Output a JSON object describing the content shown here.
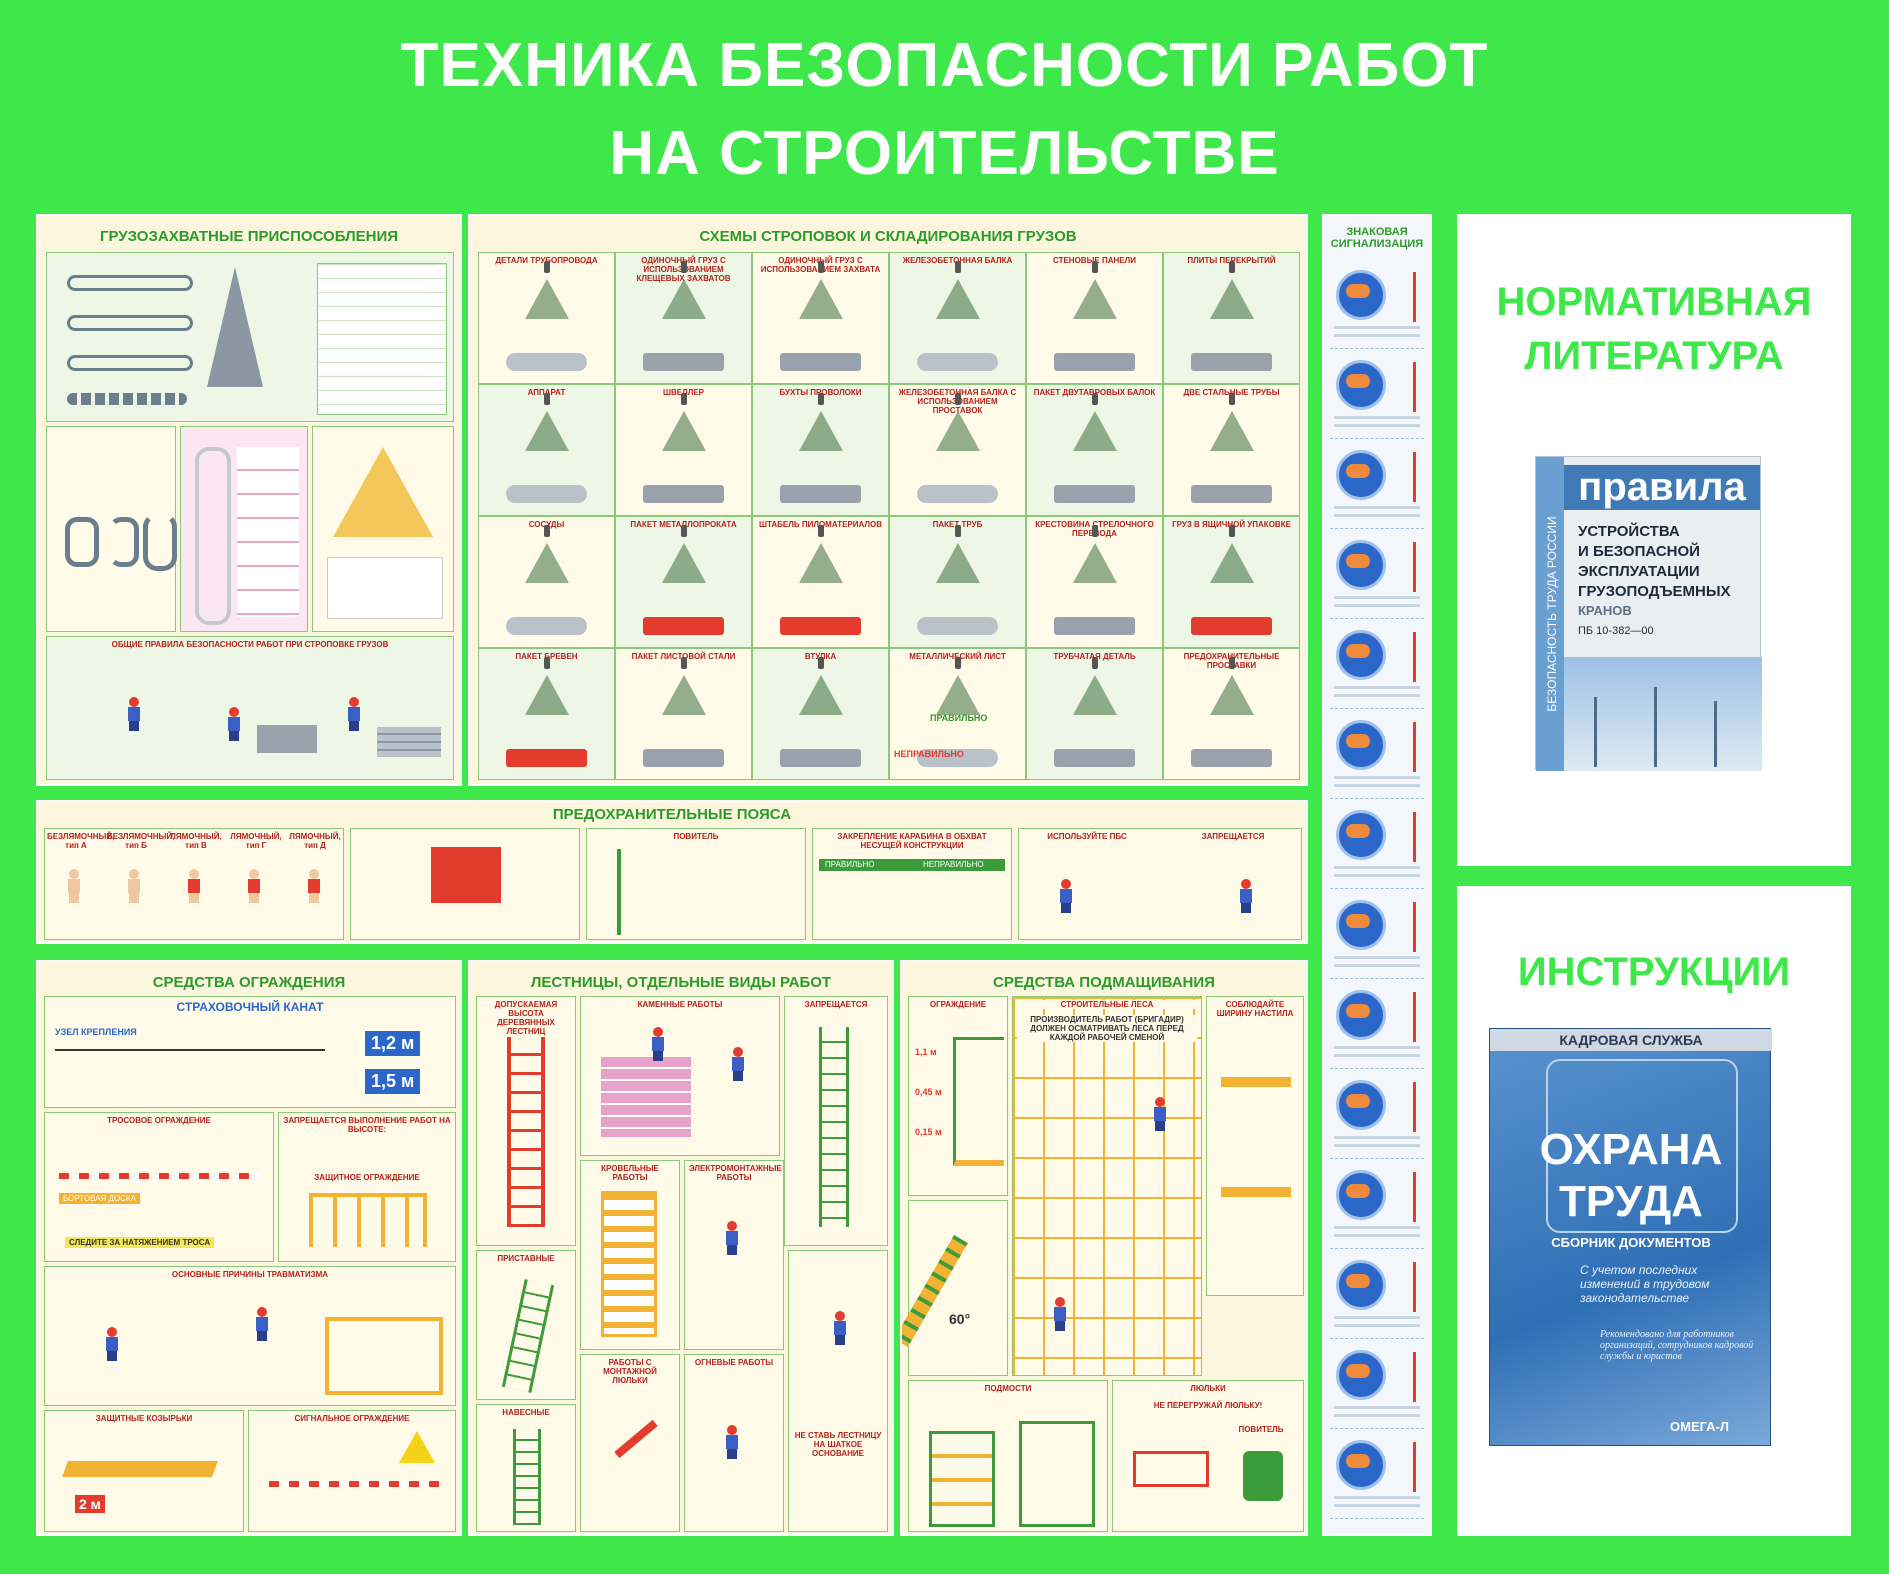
{
  "header": {
    "title_line1": "ТЕХНИКА БЕЗОПАСНОСТИ РАБОТ",
    "title_line2": "НА СТРОИТЕЛЬСТВЕ"
  },
  "posters": {
    "lifting_devices": "ГРУЗОЗАХВАТНЫЕ ПРИСПОСОБЛЕНИЯ",
    "slinging_schemes": "СХЕМЫ СТРОПОВОК И СКЛАДИРОВАНИЯ ГРУЗОВ",
    "sign_signals": "ЗНАКОВАЯ СИГНАЛИЗАЦИЯ",
    "safety_belts": "ПРЕДОХРАНИТЕЛЬНЫЕ ПОЯСА",
    "fencing": "СРЕДСТВА ОГРАЖДЕНИЯ",
    "ladders": "ЛЕСТНИЦЫ, ОТДЕЛЬНЫЕ ВИДЫ РАБОТ",
    "scaffolding": "СРЕДСТВА ПОДМАЩИВАНИЯ"
  },
  "lifting_devices": {
    "subtitle": "ОБЩИЕ ПРАВИЛА БЕЗОПАСНОСТИ РАБОТ ПРИ СТРОПОВКЕ ГРУЗОВ"
  },
  "slinging_cells": [
    "ДЕТАЛИ ТРУБОПРОВОДА",
    "ОДИНОЧНЫЙ ГРУЗ С ИСПОЛЬЗОВАНИЕМ КЛЕЩЕВЫХ ЗАХВАТОВ",
    "ОДИНОЧНЫЙ ГРУЗ С ИСПОЛЬЗОВАНИЕМ ЗАХВАТА",
    "ЖЕЛЕЗОБЕТОННАЯ БАЛКА",
    "СТЕНОВЫЕ ПАНЕЛИ",
    "ПЛИТЫ ПЕРЕКРЫТИЙ",
    "АППАРАТ",
    "ШВЕЛЛЕР",
    "БУХТЫ ПРОВОЛОКИ",
    "ЖЕЛЕЗОБЕТОННАЯ БАЛКА С ИСПОЛЬЗОВАНИЕМ ПРОСТАВОК",
    "ПАКЕТ ДВУТАВРОВЫХ БАЛОК",
    "ДВЕ СТАЛЬНЫЕ ТРУБЫ",
    "СОСУДЫ",
    "ПАКЕТ МЕТАЛЛОПРОКАТА",
    "ШТАБЕЛЬ ПИЛОМАТЕРИАЛОВ",
    "ПАКЕТ ТРУБ",
    "КРЕСТОВИНА СТРЕЛОЧНОГО ПЕРЕВОДА",
    "ГРУЗ В ЯЩИЧНОЙ УПАКОВКЕ",
    "ПАКЕТ БРЕВЕН",
    "ПАКЕТ ЛИСТОВОЙ СТАЛИ",
    "ВТУЛКА",
    "МЕТАЛЛИЧЕСКИЙ ЛИСТ",
    "ТРУБЧАТАЯ ДЕТАЛЬ",
    "ПРЕДОХРАНИТЕЛЬНЫЕ ПРОСТАВКИ"
  ],
  "slinging_labels": {
    "correct": "ПРАВИЛЬНО",
    "wrong": "НЕПРАВИЛЬНО"
  },
  "fencing": {
    "safety_rope": "СТРАХОВОЧНЫЙ КАНАТ",
    "fastening_node": "УЗЕЛ КРЕПЛЕНИЯ",
    "rope_fence": "ТРОСОВОЕ ОГРАЖДЕНИЕ",
    "protective_fence": "ЗАЩИТНОЕ ОГРАЖДЕНИЕ",
    "forbidden": "ЗАПРЕЩАЕТСЯ ВЫПОЛНЕНИЕ РАБОТ НА ВЫСОТЕ:",
    "injury_causes": "ОСНОВНЫЕ ПРИЧИНЫ ТРАВМАТИЗМА",
    "signal_fence": "СИГНАЛЬНОЕ ОГРАЖДЕНИЕ",
    "protective_canopies": "ЗАЩИТНЫЕ КОЗЫРЬКИ",
    "side_board": "БОРТОВАЯ ДОСКА",
    "watch_tension": "СЛЕДИТЕ ЗА НАТЯЖЕНИЕМ ТРОСА",
    "height_1_2": "1,2 м",
    "height_1_5": "1,5 м",
    "height_2": "2 м"
  },
  "ladders": {
    "wooden_ladders": "ДОПУСКАЕМАЯ ВЫСОТА ДЕРЕВЯННЫХ ЛЕСТНИЦ",
    "stone_works": "КАМЕННЫЕ РАБОТЫ",
    "roofing": "КРОВЕЛЬНЫЕ РАБОТЫ",
    "electrical": "ЭЛЕКТРОМОНТАЖНЫЕ РАБОТЫ",
    "attached": "ПРИСТАВНЫЕ",
    "hanging": "НАВЕСНЫЕ",
    "cradle": "РАБОТЫ С МОНТАЖНОЙ ЛЮЛЬКИ",
    "fire_works": "ОГНЕВЫЕ РАБОТЫ",
    "forbidden": "ЗАПРЕЩАЕТСЯ",
    "no_ladder_on_shaky": "НЕ СТАВЬ ЛЕСТНИЦУ НА ШАТКОЕ ОСНОВАНИЕ"
  },
  "scaffolding": {
    "fence": "ОГРАЖДЕНИЕ",
    "building_scaffold": "СТРОИТЕЛЬНЫЕ ЛЕСА",
    "foreman_note": "ПРОИЗВОДИТЕЛЬ РАБОТ (БРИГАДИР) ДОЛЖЕН ОСМАТРИВАТЬ ЛЕСА ПЕРЕД КАЖДОЙ РАБОЧЕЙ СМЕНОЙ",
    "keep_width": "СОБЛЮДАЙТЕ ШИРИНУ НАСТИЛА",
    "platforms": "ПОДМОСТИ",
    "cradles": "ЛЮЛЬКИ",
    "no_overload": "НЕ ПЕРЕГРУЖАЙ ЛЮЛЬКУ!",
    "hoist": "ПОВИТЕЛЬ",
    "angle_60": "60°",
    "h_1_1": "1,1 м",
    "h_0_45": "0,45 м",
    "h_0_15": "0,15 м"
  },
  "safety_belts": {
    "types": [
      "БЕЗЛЯМОЧНЫЙ, тип А",
      "БЕЗЛЯМОЧНЫЙ, тип Б",
      "ЛЯМОЧНЫЙ, тип В",
      "ЛЯМОЧНЫЙ, тип Г",
      "ЛЯМОЧНЫЙ, тип Д"
    ],
    "carabiner": "ЗАКРЕПЛЕНИЕ КАРАБИНА В ОБХВАТ НЕСУЩЕЙ КОНСТРУКЦИИ",
    "correct": "ПРАВИЛЬНО",
    "wrong": "НЕПРАВИЛЬНО",
    "check": "ИСПОЛЬЗУЙТЕ ПБС",
    "forbidden": "ЗАПРЕЩАЕТСЯ",
    "slider": "ПОВИТЕЛЬ"
  },
  "side_boxes": {
    "normative_title_line1": "НОРМАТИВНАЯ",
    "normative_title_line2": "ЛИТЕРАТУРА",
    "instructions_title": "ИНСТРУКЦИИ"
  },
  "book_rules": {
    "word": "правила",
    "line1": "УСТРОЙСТВА",
    "line2": "И БЕЗОПАСНОЙ",
    "line3": "ЭКСПЛУАТАЦИИ",
    "line4": "ГРУЗОПОДЪЕМНЫХ",
    "line5": "КРАНОВ",
    "code": "ПБ 10-382—00",
    "spine": "БЕЗОПАСНОСТЬ ТРУДА РОССИИ"
  },
  "book_labor": {
    "series": "КАДРОВАЯ СЛУЖБА",
    "title1": "ОХРАНА",
    "title2": "ТРУДА",
    "subtitle": "СБОРНИК ДОКУМЕНТОВ",
    "note": "С учетом последних изменений в трудовом законодательстве",
    "audience": "Рекомендовано для работников организаций, сотрудников кадровой службы и юристов",
    "publisher": "ОМЕГА-Л"
  },
  "colors": {
    "background": "#3fe84a",
    "panel": "#fbf6dd",
    "accent_red": "#e33b2e",
    "title_green": "#2c9b2a",
    "signal_blue": "#2a67c9",
    "book_blue": "#2f6fb5"
  }
}
